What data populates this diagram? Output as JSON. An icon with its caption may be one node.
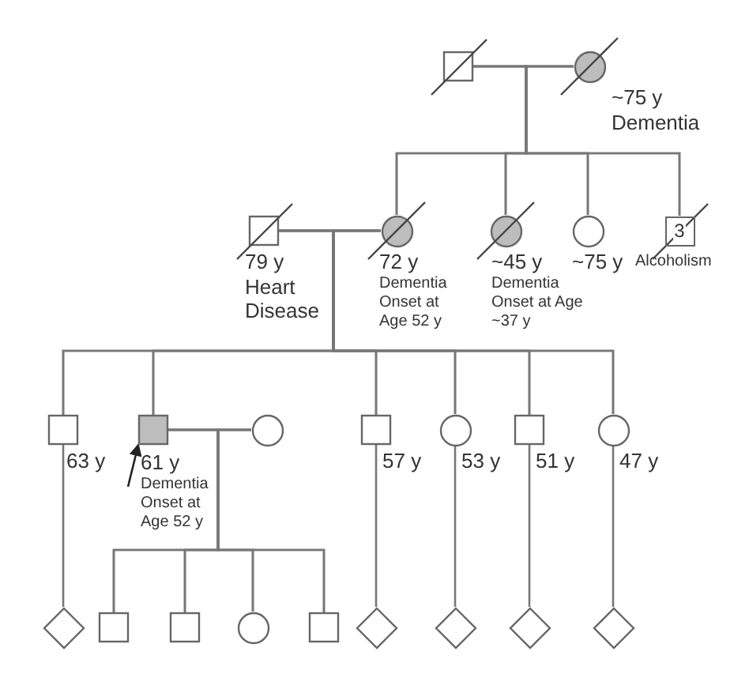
{
  "diagram": {
    "nodes": [
      {
        "text": [],
        "shape": "box"
      },
      {
        "text": [],
        "shape": "circle",
        "beside": [
          "~75 y",
          "Dementia"
        ]
      },
      {
        "text": [],
        "shape": "box",
        "beside": [
          "79 y",
          "Heart Disease"
        ]
      },
      {
        "text": [],
        "shape": "circle",
        "beside": [
          "72 y",
          "Dementia Onset at Age 52 y"
        ]
      },
      {
        "text": [],
        "shape": "circle",
        "beside": [
          "~45 y",
          "Dementia Onset at Age ~37 y"
        ]
      },
      {
        "text": [],
        "shape": "circle",
        "beside": [
          "~75 y"
        ]
      },
      {
        "text": [
          "3"
        ],
        "beside": [
          "Alcoholism"
        ]
      },
      {
        "text": [],
        "shape": "box",
        "beside": [
          "63 y"
        ]
      },
      {
        "text": [],
        "shape": "box",
        "beside": [
          "61 y",
          "Dementia Onset at Age 52 y"
        ]
      },
      {
        "text": [],
        "shape": "circle"
      },
      {
        "text": [],
        "shape": "box",
        "beside": [
          "57 y"
        ]
      },
      {
        "text": [],
        "shape": "circle",
        "beside": [
          "53 y"
        ]
      },
      {
        "text": [],
        "shape": "box",
        "beside": [
          "51 y"
        ]
      },
      {
        "text": [],
        "shape": "circle",
        "beside": [
          "47 y"
        ]
      },
      {
        "text": [],
        "shape": "diamond"
      },
      {
        "text": [],
        "shape": "box"
      },
      {
        "text": [],
        "shape": "box"
      },
      {
        "text": [],
        "shape": "circle"
      },
      {
        "text": [],
        "shape": "box"
      },
      {
        "text": [],
        "shape": "diamond"
      },
      {
        "text": [],
        "shape": "diamond"
      },
      {
        "text": [],
        "shape": "diamond"
      },
      {
        "text": [],
        "shape": "diamond"
      }
    ],
    "edges": [
      {
        "from": 0,
        "to": 1,
        "arrow": "none"
      },
      {
        "from": 0,
        "to": 3,
        "arrow": "none"
      },
      {
        "from": 1,
        "to": 3,
        "arrow": "none"
      },
      {
        "from": 0,
        "to": 4,
        "arrow": "none"
      },
      {
        "from": 1,
        "to": 4,
        "arrow": "none"
      },
      {
        "from": 0,
        "to": 5,
        "arrow": "none"
      },
      {
        "from": 1,
        "to": 5,
        "arrow": "none"
      },
      {
        "from": 0,
        "to": 6,
        "arrow": "none"
      },
      {
        "from": 1,
        "to": 6,
        "arrow": "none"
      },
      {
        "from": 2,
        "to": 3,
        "arrow": "none"
      },
      {
        "from": 2,
        "to": 7,
        "arrow": "none"
      },
      {
        "from": 3,
        "to": 7,
        "arrow": "none"
      },
      {
        "from": 2,
        "to": 8,
        "arrow": "none"
      },
      {
        "from": 3,
        "to": 8,
        "arrow": "none"
      },
      {
        "from": 2,
        "to": 10,
        "arrow": "none"
      },
      {
        "from": 3,
        "to": 10,
        "arrow": "none"
      },
      {
        "from": 2,
        "to": 11,
        "arrow": "none"
      },
      {
        "from": 3,
        "to": 11,
        "arrow": "none"
      },
      {
        "from": 2,
        "to": 12,
        "arrow": "none"
      },
      {
        "from": 3,
        "to": 12,
        "arrow": "none"
      },
      {
        "from": 2,
        "to": 13,
        "arrow": "none"
      },
      {
        "from": 3,
        "to": 13,
        "arrow": "none"
      },
      {
        "from": 8,
        "to": 9,
        "arrow": "none"
      },
      {
        "from": 8,
        "to": 15,
        "arrow": "none"
      },
      {
        "from": 9,
        "to": 15,
        "arrow": "none"
      },
      {
        "from": 8,
        "to": 16,
        "arrow": "none"
      },
      {
        "from": 9,
        "to": 16,
        "arrow": "none"
      },
      {
        "from": 8,
        "to": 17,
        "arrow": "none"
      },
      {
        "from": 9,
        "to": 17,
        "arrow": "none"
      },
      {
        "from": 8,
        "to": 18,
        "arrow": "none"
      },
      {
        "from": 9,
        "to": 18,
        "arrow": "none"
      },
      {
        "from": 7,
        "to": 14,
        "arrow": "none"
      },
      {
        "from": 10,
        "to": 19,
        "arrow": "none"
      },
      {
        "from": 11,
        "to": 20,
        "arrow": "none"
      },
      {
        "from": 12,
        "to": 21,
        "arrow": "none"
      },
      {
        "from": 13,
        "to": 22,
        "arrow": "none"
      },
      {
        "from": null,
        "to": 8,
        "arrow": "to"
      }
    ]
  }
}
